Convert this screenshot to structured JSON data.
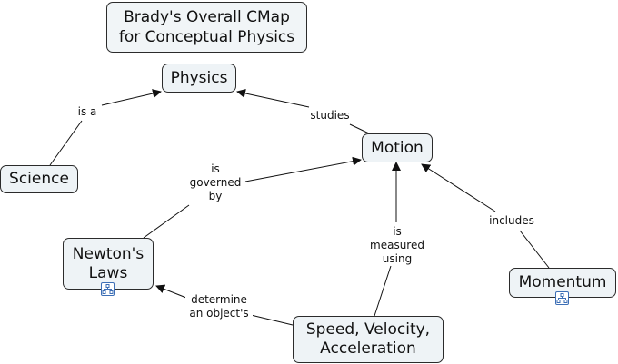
{
  "title": "Brady's Overall CMap\nfor Conceptual Physics",
  "concepts": {
    "physics": "Physics",
    "science": "Science",
    "motion": "Motion",
    "newtons_laws": "Newton's\nLaws",
    "momentum": "Momentum",
    "speed": "Speed, Velocity,\nAcceleration"
  },
  "links": {
    "is_a": "is a",
    "studies": "studies",
    "is_governed_by": "is\ngoverned\nby",
    "is_measured_using": "is\nmeasured\nusing",
    "includes": "includes",
    "determine": "determine\nan object's"
  },
  "icons": {
    "submap": "submap-icon"
  },
  "colors": {
    "node_fill": "#eef3f6",
    "node_border": "#2b2b2b",
    "icon_border": "#3d6fb6",
    "background": "#ffffff"
  }
}
